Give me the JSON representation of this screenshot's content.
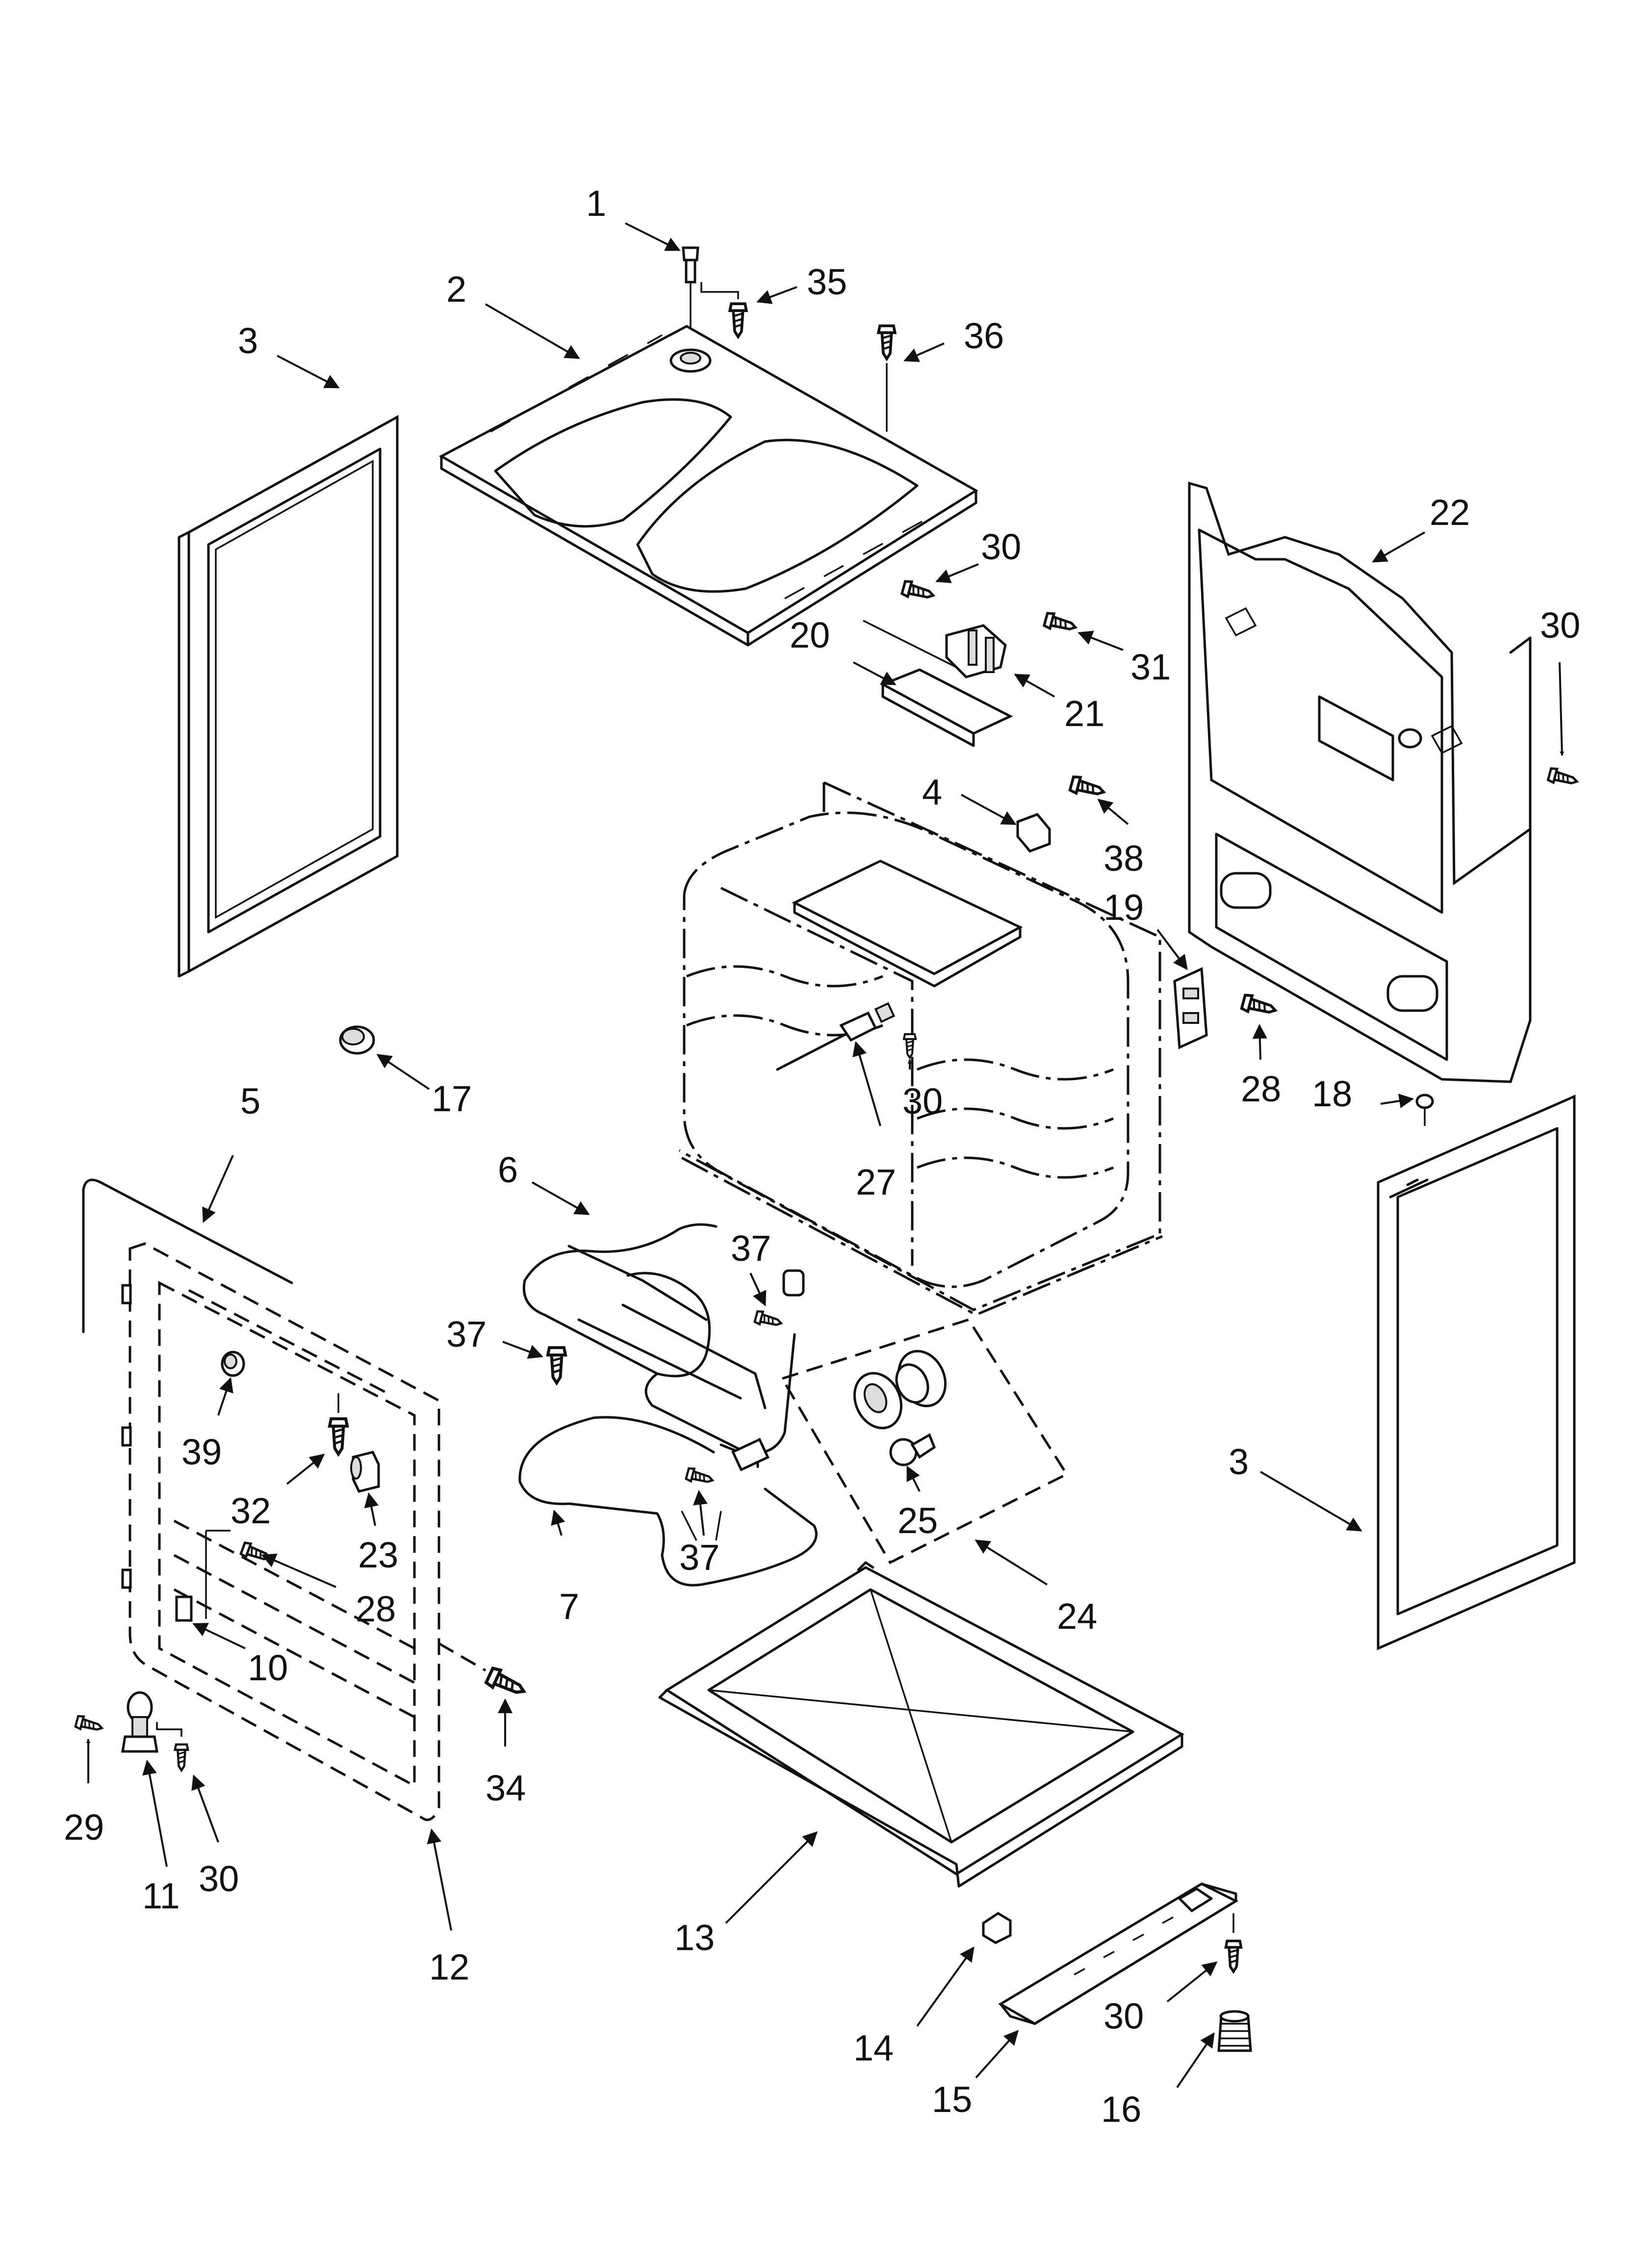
{
  "callouts": [
    "1",
    "2",
    "3",
    "35",
    "36",
    "22",
    "30",
    "31",
    "21",
    "20",
    "4",
    "38",
    "19",
    "28",
    "17",
    "5",
    "6",
    "37",
    "27",
    "18",
    "39",
    "32",
    "23",
    "7",
    "25",
    "24",
    "10",
    "34",
    "29",
    "11",
    "12",
    "13",
    "14",
    "15",
    "16"
  ],
  "colors": {
    "line": "#111111",
    "background": "#ffffff"
  }
}
